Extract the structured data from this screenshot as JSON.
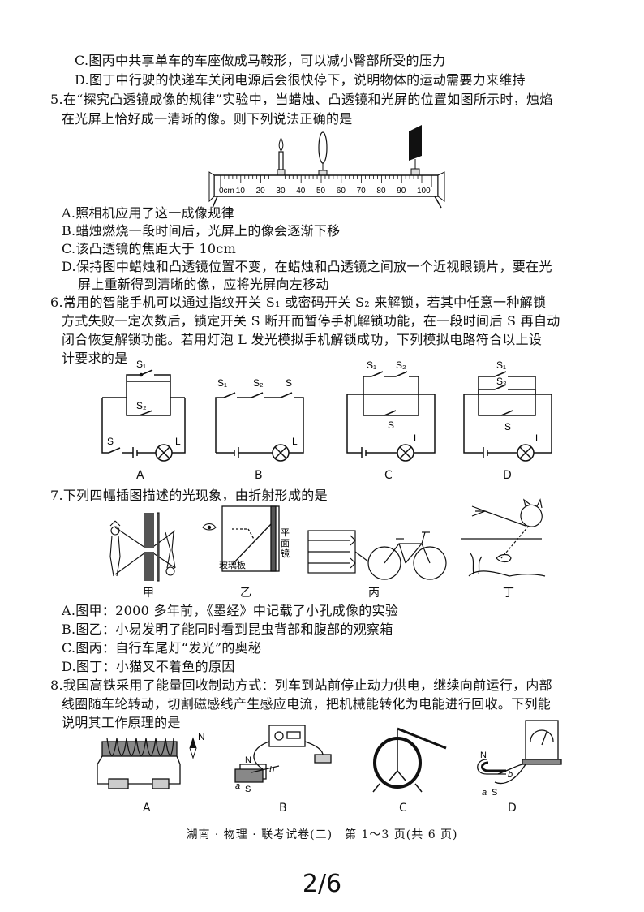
{
  "lines": {
    "c_prev": "C.图丙中共享单车的车座做成马鞍形，可以减小臀部所受的压力",
    "d_prev": "D.图丁中行驶的快递车关闭电源后会很快停下，说明物体的运动需要力来维持",
    "q5_l1": "5.在“探究凸透镜成像的规律”实验中，当蜡烛、凸透镜和光屏的位置如图所示时，烛焰",
    "q5_l2": "在光屏上恰好成一清晰的像。则下列说法正确的是",
    "q5_a": "A.照相机应用了这一成像规律",
    "q5_b": "B.蜡烛燃烧一段时间后，光屏上的像会逐渐下移",
    "q5_c": "C.该凸透镜的焦距大于 10cm",
    "q5_d1": "D.保持图中蜡烛和凸透镜位置不变，在蜡烛和凸透镜之间放一个近视眼镜片，要在光",
    "q5_d2": "屏上重新得到清晰的像，应将光屏向左移动",
    "q6_l1": "6.常用的智能手机可以通过指纹开关 S₁ 或密码开关 S₂ 来解锁，若其中任意一种解锁",
    "q6_l2": "方式失败一定次数后，锁定开关 S 断开而暂停手机解锁功能，在一段时间后 S 再自动",
    "q6_l3": "闭合恢复解锁功能。若用灯泡 L 发光模拟手机解锁成功，下列模拟电路符合以上设",
    "q6_l4": "计要求的是",
    "q7_l1": "7.下列四幅插图描述的光现象，由折射形成的是",
    "q7_a": "A.图甲：2000 多年前，《墨经》中记载了小孔成像的实验",
    "q7_b": "B.图乙：小易发明了能同时看到昆虫背部和腹部的观察箱",
    "q7_c": "C.图丙：自行车尾灯“发光”的奥秘",
    "q7_d": "D.图丁：小猫叉不着鱼的原因",
    "q8_l1": "8.我国高铁采用了能量回收制动方式：列车到站前停止动力供电，继续向前运行，内部",
    "q8_l2": "线圈随车轮转动，切割磁感线产生感应电流，把机械能转化为电能进行回收。下列能",
    "q8_l3": "说明其工作原理的是"
  },
  "ruler": {
    "ticks": [
      "0cm",
      "10",
      "20",
      "30",
      "40",
      "50",
      "60",
      "70",
      "80",
      "90",
      "100"
    ]
  },
  "q6_labels": {
    "A": "A",
    "B": "B",
    "C": "C",
    "D": "D",
    "S": "S",
    "S1": "S₁",
    "S2": "S₂",
    "L": "L"
  },
  "q7_labels": {
    "jia": "甲",
    "yi": "乙",
    "bing": "丙",
    "ding": "丁",
    "mirror": "平面镜",
    "glass": "玻璃板"
  },
  "q8_labels": {
    "A": "A",
    "B": "B",
    "C": "C",
    "D": "D",
    "N": "N",
    "S": "S",
    "a": "a",
    "b": "b"
  },
  "footer": "湖南 · 物理 · 联考试卷(二)　第 1～3 页(共 6 页)",
  "pager": "2/6"
}
